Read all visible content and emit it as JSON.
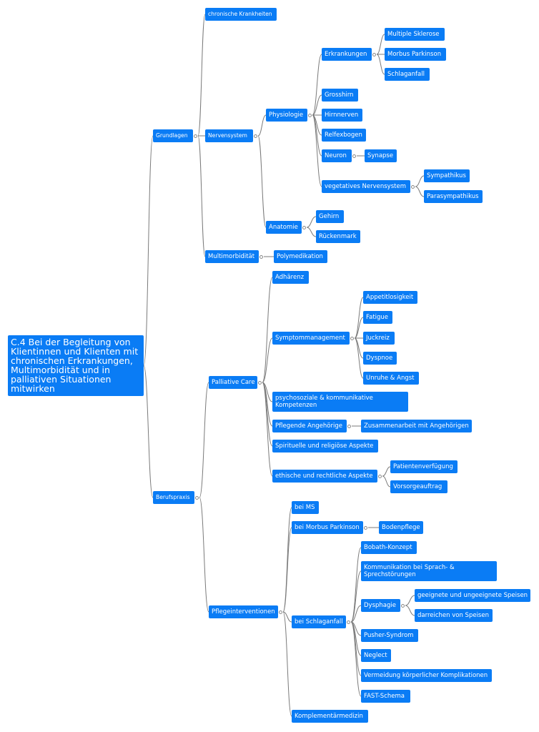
{
  "root": "C.4 Bei der Begleitung von Klientinnen und Klienten mit chronischen Erkrankungen, Multimorbidität und in palliativen Situationen mitwirken",
  "nodes": {
    "grundlagen": "Grundlagen",
    "chronisch": "chronische Krankheiten",
    "nervensystem": "Nervensystem",
    "physiologie": "Physiologie",
    "erkrankungen": "Erkrankungen",
    "ms": "Multiple Sklerose",
    "parkinson": "Morbus Parkinson",
    "schlaganfall": "Schlaganfall",
    "grosshirn": "Grosshirn",
    "hirnnerven": "Hirnnerven",
    "reflexbogen": "Relfexbogen",
    "neuron": "Neuron",
    "synapse": "Synapse",
    "vegetativ": "vegetatives Nervensystem",
    "sympathikus": "Sympathikus",
    "parasympathikus": "Parasympathikus",
    "anatomie": "Anatomie",
    "gehirn": "Gehirn",
    "rueckenmark": "Rückenmark",
    "multimorbiditaet": "Multimorbidität",
    "polymedikation": "Polymedikation",
    "berufspraxis": "Berufspraxis",
    "palliative": "Palliative Care",
    "adhaerenz": "Adhärenz",
    "symptom": "Symptommanagement",
    "appetit": "Appetitlosigkeit",
    "fatigue": "Fatigue",
    "juckreiz": "Juckreiz",
    "dyspnoe": "Dyspnoe",
    "unruhe": "Unruhe & Angst",
    "psychosozial": "psychosoziale & kommunikative Kompetenzen",
    "angehoerige": "Pflegende Angehörige",
    "zusammenarbeit": "Zusammenarbeit mit Angehörigen",
    "spirituell": "Spirituelle und religiöse Aspekte",
    "ethisch": "ethische und rechtliche Aspekte",
    "patientenverf": "Patientenverfügung",
    "vorsorge": "Vorsorgeauftrag",
    "pflegeinterv": "Pflegeinterventionen",
    "beims": "bei MS",
    "beiparkinson": "bei Morbus Parkinson",
    "bodenpflege": "Bodenpflege",
    "beischlaganfall": "bei Schlaganfall",
    "bobath": "Bobath-Konzept",
    "kommunikation": "Kommunikation bei Sprach- & Sprechstörungen",
    "dysphagie": "Dysphagie",
    "speisen1": "geeignete und ungeeignete Speisen",
    "speisen2": "darreichen von Speisen",
    "pusher": "Pusher-Syndrom",
    "neglect": "Neglect",
    "vermeidung": "Vermeidung körperlicher Komplikationen",
    "fast": "FAST-Schema",
    "komplementaer": "Komplementärmedizin"
  },
  "colors": {
    "node": "#0a7cf5",
    "text": "#ffffff",
    "line": "#7a7a7a"
  }
}
